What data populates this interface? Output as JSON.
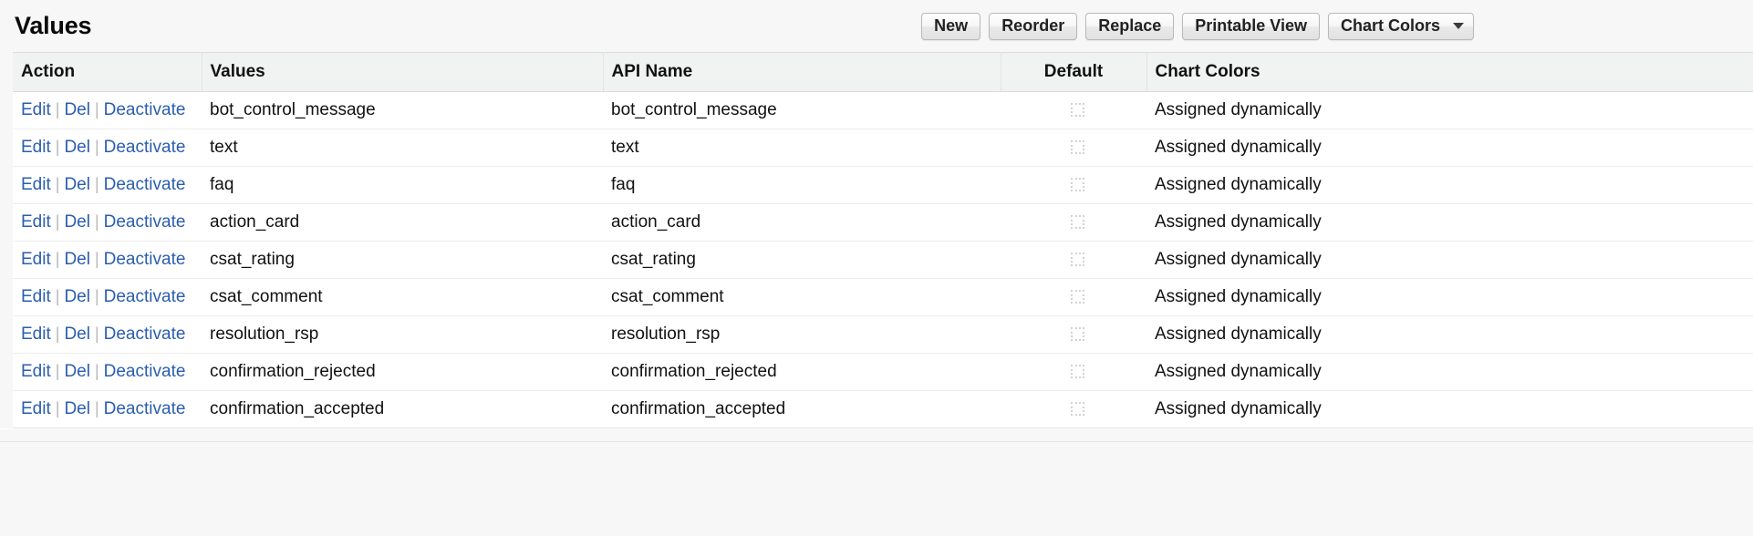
{
  "header": {
    "title": "Values",
    "toolbar": {
      "buttons": [
        {
          "label": "New",
          "name": "new-button"
        },
        {
          "label": "Reorder",
          "name": "reorder-button"
        },
        {
          "label": "Replace",
          "name": "replace-button"
        },
        {
          "label": "Printable View",
          "name": "printable-view-button"
        }
      ],
      "dropdown": {
        "label": "Chart Colors",
        "caret": "chevron-down-icon"
      }
    }
  },
  "table": {
    "columns": [
      {
        "key": "action",
        "label": "Action"
      },
      {
        "key": "values",
        "label": "Values"
      },
      {
        "key": "api_name",
        "label": "API Name"
      },
      {
        "key": "default",
        "label": "Default"
      },
      {
        "key": "chart_colors",
        "label": "Chart Colors"
      }
    ],
    "row_actions": {
      "edit": "Edit",
      "del": "Del",
      "deactivate": "Deactivate",
      "separator": "|"
    },
    "rows": [
      {
        "values": "bot_control_message",
        "api_name": "bot_control_message",
        "default": false,
        "chart_colors": "Assigned dynamically"
      },
      {
        "values": "text",
        "api_name": "text",
        "default": false,
        "chart_colors": "Assigned dynamically"
      },
      {
        "values": "faq",
        "api_name": "faq",
        "default": false,
        "chart_colors": "Assigned dynamically"
      },
      {
        "values": "action_card",
        "api_name": "action_card",
        "default": false,
        "chart_colors": "Assigned dynamically"
      },
      {
        "values": "csat_rating",
        "api_name": "csat_rating",
        "default": false,
        "chart_colors": "Assigned dynamically"
      },
      {
        "values": "csat_comment",
        "api_name": "csat_comment",
        "default": false,
        "chart_colors": "Assigned dynamically"
      },
      {
        "values": "resolution_rsp",
        "api_name": "resolution_rsp",
        "default": false,
        "chart_colors": "Assigned dynamically"
      },
      {
        "values": "confirmation_rejected",
        "api_name": "confirmation_rejected",
        "default": false,
        "chart_colors": "Assigned dynamically"
      },
      {
        "values": "confirmation_accepted",
        "api_name": "confirmation_accepted",
        "default": false,
        "chart_colors": "Assigned dynamically"
      }
    ]
  },
  "colors": {
    "link": "#2a5db0",
    "page_bg": "#f7f7f7",
    "header_row_bg": "#f1f2f2",
    "row_bg": "#ffffff",
    "row_border": "#ededed"
  }
}
